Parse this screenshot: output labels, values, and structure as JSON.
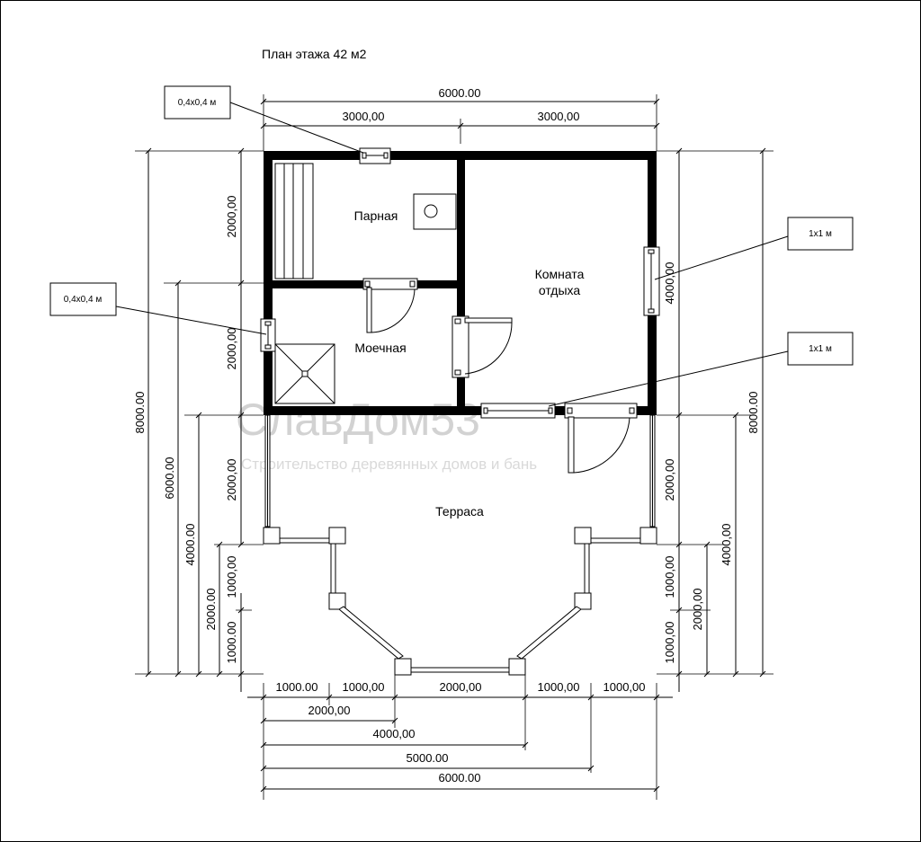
{
  "title": "План этажа 42 м2",
  "rooms": {
    "parnaya": "Парная",
    "komnata_line1": "Комната",
    "komnata_line2": "отдыха",
    "moechnaya": "Моечная",
    "terrasa": "Терраса"
  },
  "notes": {
    "win_top": "0,4х0,4 м",
    "win_left": "0,4х0,4 м",
    "win_right": "1х1 м",
    "win_bottom": "1х1 м"
  },
  "watermark": {
    "brand": "СлавДом53",
    "tagline": "Строительство деревянных домов и бань"
  },
  "dims": {
    "top_total": "6000.00",
    "top_left": "3000,00",
    "top_right": "3000,00",
    "left_outer": "8000.00",
    "left_mid": "6000.00",
    "left_inner": "4000.00",
    "left_2000_outer": "2000.00",
    "left_1000_top": "1000,00",
    "left_1000_bot": "1000.00",
    "house_2000_a": "2000,00",
    "house_2000_b": "2000,00",
    "terrace_2000_left": "2000,00",
    "right_outer": "8000.00",
    "right_4000_house": "4000,00",
    "right_2000_terrace": "2000,00",
    "right_4000_terrace": "4000,00",
    "right_1000_top": "1000,00",
    "right_1000_bot": "1000,00",
    "right_2000_inner": "2000,00",
    "bot_1000_a": "1000.00",
    "bot_1000_b": "1000,00",
    "bot_2000_center": "2000,00",
    "bot_1000_c": "1000,00",
    "bot_1000_d": "1000,00",
    "bot_2000": "2000,00",
    "bot_4000": "4000,00",
    "bot_5000": "5000.00",
    "bot_6000": "6000.00"
  }
}
